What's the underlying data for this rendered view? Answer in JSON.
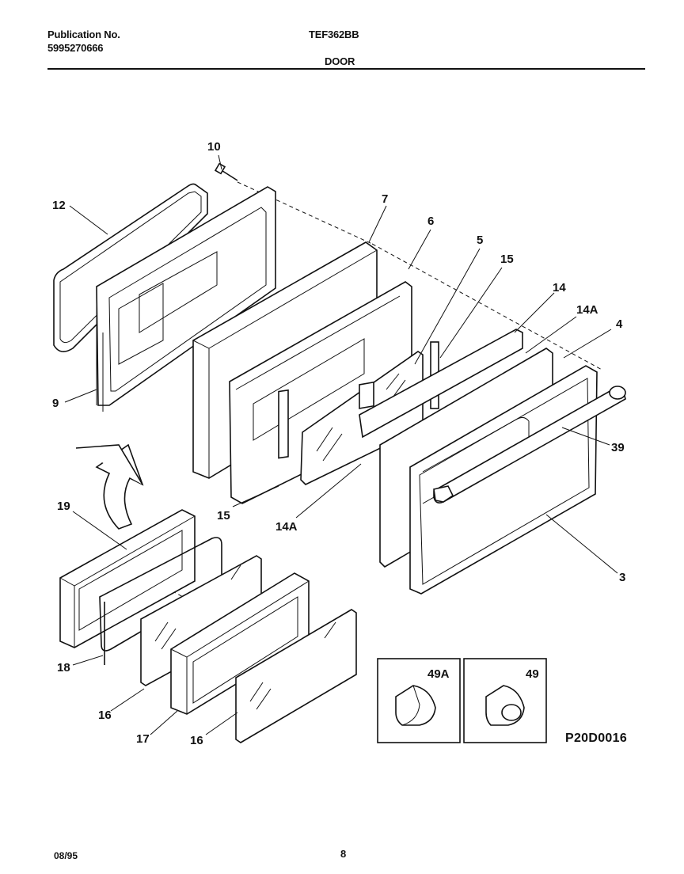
{
  "header": {
    "publication_label": "Publication No.",
    "publication_number": "5995270666",
    "model": "TEF362BB",
    "section": "DOOR"
  },
  "callouts": {
    "c10": "10",
    "c12": "12",
    "c7": "7",
    "c6": "6",
    "c5": "5",
    "c15a": "15",
    "c14": "14",
    "c14a_top": "14A",
    "c4": "4",
    "c9": "9",
    "c39": "39",
    "c19": "19",
    "c15b": "15",
    "c14a_bottom": "14A",
    "c3": "3",
    "c18": "18",
    "c16a": "16",
    "c17": "17",
    "c16b": "16",
    "c49a": "49A",
    "c49": "49"
  },
  "diagram_id": "P20D0016",
  "footer": {
    "date": "08/95",
    "page": "8"
  }
}
